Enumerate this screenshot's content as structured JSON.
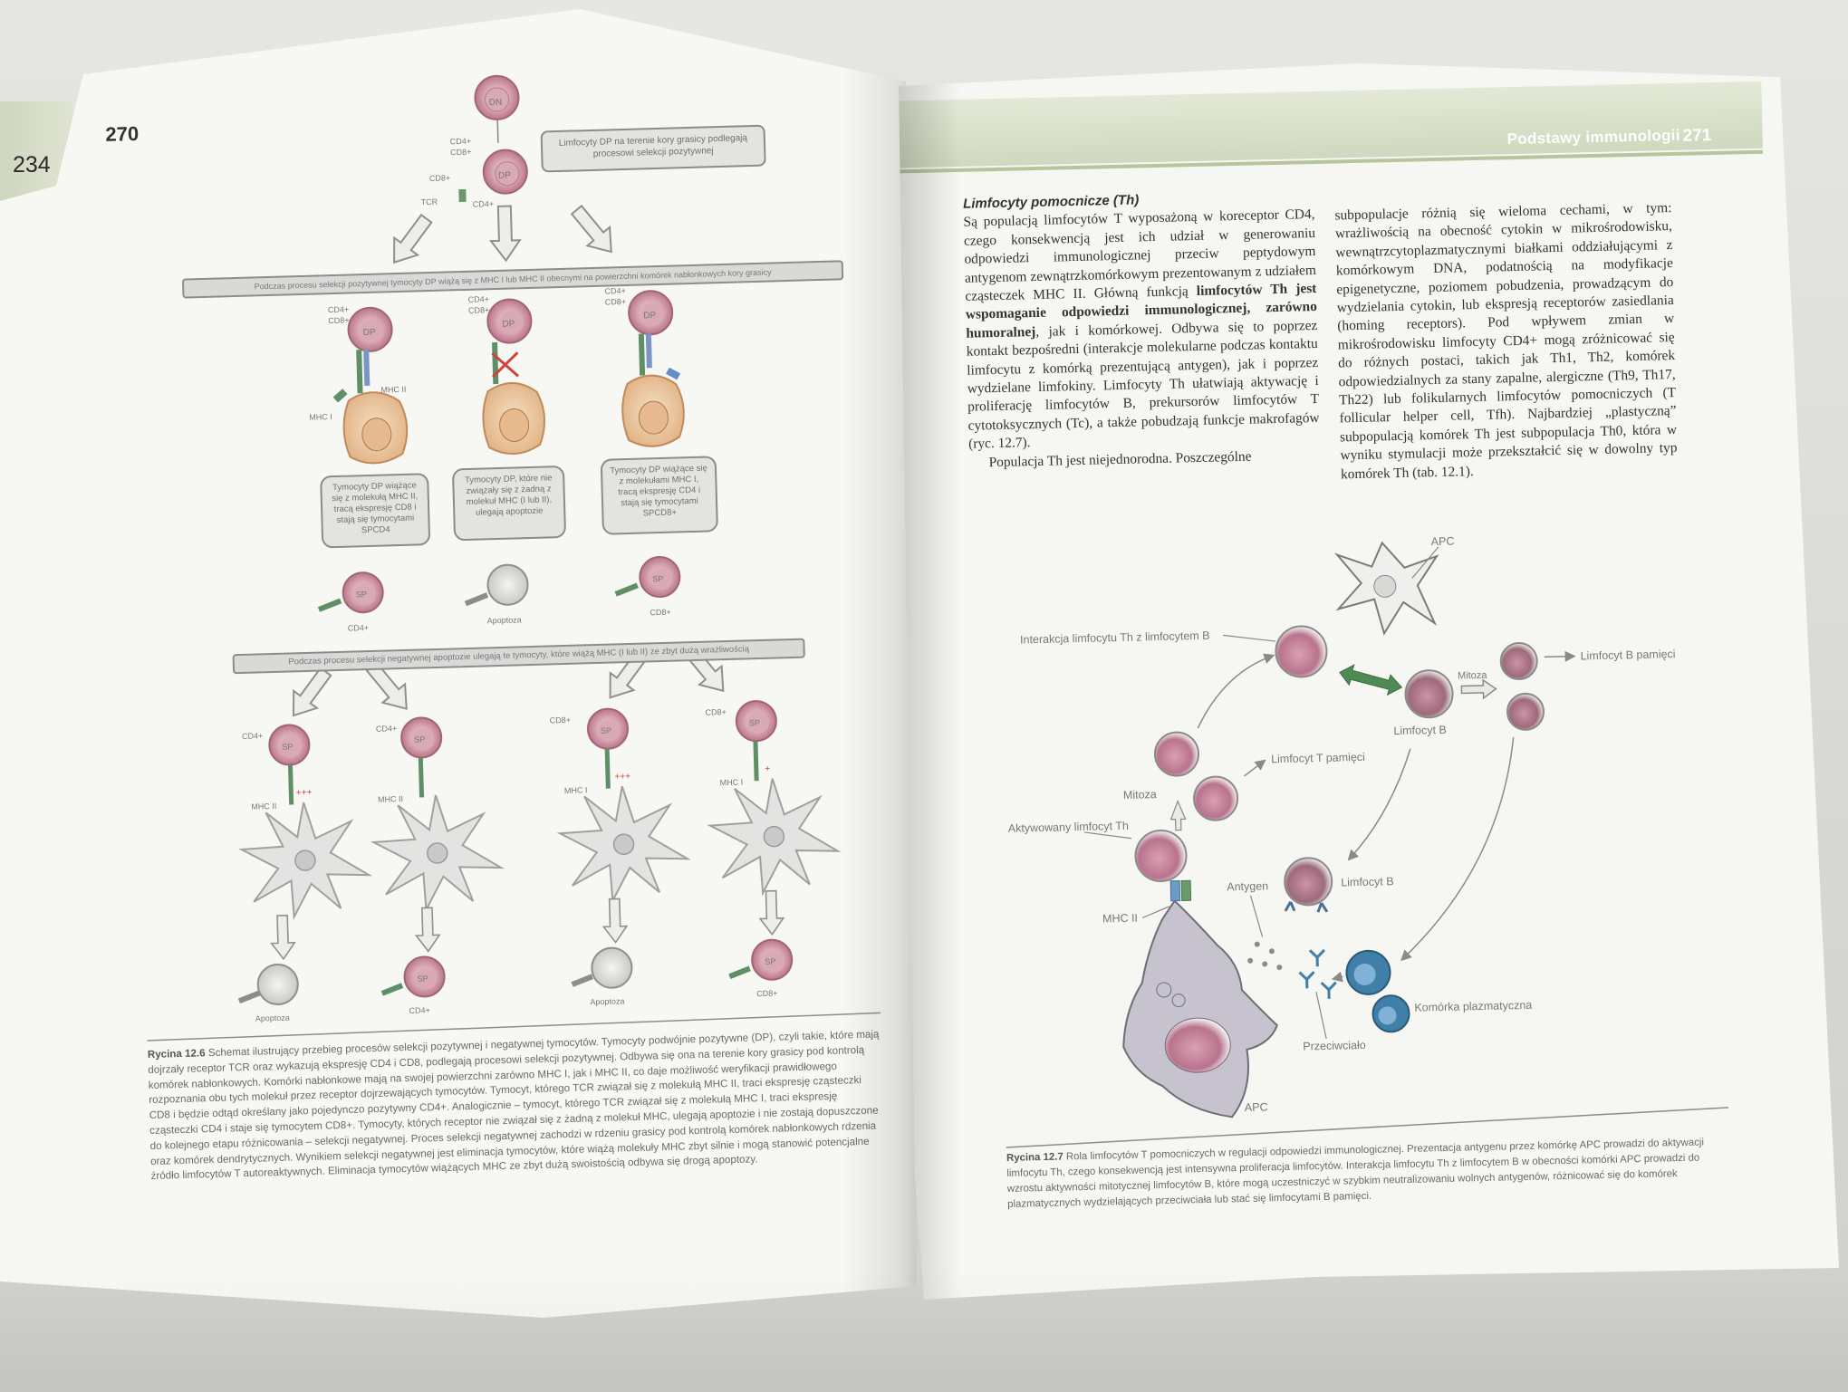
{
  "left_page": {
    "page_number": "270",
    "previous_page_number": "234",
    "top_box": "Limfocyty DP na terenie kory grasicy podlegają procesowi selekcji pozytywnej",
    "positive_selection_banner": "Podczas procesu selekcji pozytywnej tymocyty DP wiążą się z MHC I lub MHC II obecnymi na powierzchni komórek nabłonkowych kory grasicy",
    "negative_selection_banner": "Podczas procesu selekcji negatywnej apoptozie ulegają te tymocyty, które wiążą MHC (I lub II) ze zbyt dużą wrażliwością",
    "boxes": [
      "Tymocyty DP wiążące się z molekułą MHC II, tracą ekspresję CD8 i stają się tymocytami SPCD4",
      "Tymocyty DP, które nie związały się z żadną z molekuł MHC (I lub II), ulegają apoptozie",
      "Tymocyty DP wiążące się z molekułami MHC I, tracą ekspresję CD4 i stają się tymocytami SPCD8+"
    ],
    "labels": {
      "dn": "DN",
      "dp": "DP",
      "sp": "SP",
      "cd4_plus": "CD4+",
      "cd8_plus": "CD8+",
      "tcr": "TCR",
      "mhc_ii": "MHC II",
      "mhc_i": "MHC I",
      "apoptoza": "Apoptoza",
      "plus3": "+++",
      "plus1": "+"
    },
    "caption_label": "Rycina 12.6",
    "caption_text": "Schemat ilustrujący przebieg procesów selekcji pozytywnej i negatywnej tymocytów. Tymocyty podwójnie pozytywne (DP), czyli takie, które mają dojrzały receptor TCR oraz wykazują ekspresję CD4 i CD8, podlegają procesowi selekcji pozytywnej. Odbywa się ona na terenie kory grasicy pod kontrolą komórek nabłonkowych. Komórki nabłonkowe mają na swojej powierzchni zarówno MHC I, jak i MHC II, co daje możliwość weryfikacji prawidłowego rozpoznania obu tych molekuł przez receptor dojrzewających tymocytów. Tymocyt, którego TCR związał się z molekułą MHC II, traci ekspresję cząsteczki CD8 i będzie odtąd określany jako pojedynczo pozytywny CD4+. Analogicznie – tymocyt, którego TCR związał się z molekułą MHC I, traci ekspresję cząsteczki CD4 i staje się tymocytem CD8+. Tymocyty, których receptor nie związał się z żadną z molekuł MHC, ulegają apoptozie i nie zostają dopuszczone do kolejnego etapu różnicowania – selekcji negatywnej. Proces selekcji negatywnej zachodzi w rdzeniu grasicy pod kontrolą komórek nabłonkowych rdzenia oraz komórek dendrytycznych. Wynikiem selekcji negatywnej jest eliminacja tymocytów, które wiążą molekuły MHC zbyt silnie i mogą stanowić potencjalne źródło limfocytów T autoreaktywnych. Eliminacja tymocytów wiążących MHC ze zbyt dużą swoistością odbywa się drogą apoptozy."
  },
  "right_page": {
    "running_head": "Podstawy immunologii",
    "page_number": "271",
    "section_heading": "Limfocyty pomocnicze (Th)",
    "col1_text_a": "Są populacją limfocytów T wyposażoną w koreceptor CD4, czego konsekwencją jest ich udział w generowaniu odpowiedzi immunologicznej przeciw peptydowym antygenom zewnątrzkomórkowym prezentowanym z udziałem cząsteczek MHC II. Główną funkcją ",
    "col1_bold": "limfocytów Th jest wspomaganie odpowiedzi immunologicznej, zarówno humoralnej",
    "col1_text_b": ", jak i komórkowej. Odbywa się to poprzez kontakt bezpośredni (interakcje molekularne podczas kontaktu limfocytu z komórką prezentującą antygen), jak i poprzez wydzielane limfokiny. Limfocyty Th ułatwiają aktywację i proliferację limfocytów B, prekursorów limfocytów T cytotoksycznych (Tc), a także pobudzają funkcje makrofagów (ryc. 12.7).",
    "col1_para2": "Populacja Th jest niejednorodna. Poszczególne",
    "col2_text": "subpopulacje różnią się wieloma cechami, w tym: wrażliwością na obecność cytokin w mikrośrodowisku, wewnątrzcytoplazmatycznymi białkami oddziałującymi z komórkowym DNA, podatnością na modyfikacje epigenetyczne, poziomem pobudzenia, prowadzącym do wydzielania cytokin, lub ekspresją receptorów zasiedlania (homing receptors). Pod wpływem zmian w mikrośrodowisku limfocyty CD4+ mogą zróżnicować się do różnych postaci, takich jak Th1, Th2, komórek odpowiedzialnych za stany zapalne, alergiczne (Th9, Th17, Th22) lub folikularnych limfocytów pomocniczych (T follicular helper cell, Tfh). Najbardziej „plastyczną” subpopulacją komórek Th jest subpopulacja Th0, która w wyniku stymulacji może przekształcić się w dowolny typ komórek Th (tab. 12.1).",
    "diagram_labels": {
      "apc_top": "APC",
      "interakcja": "Interakcja limfocytu Th z limfocytem B",
      "mitoza_b": "Mitoza",
      "limfocyt_b_pamieci": "Limfocyt B pamięci",
      "limfocyt_b_1": "Limfocyt B",
      "limfocyt_t_pamieci": "Limfocyt T pamięci",
      "mitoza_t": "Mitoza",
      "aktywowany": "Aktywowany limfocyt Th",
      "antygen": "Antygen",
      "limfocyt_b_2": "Limfocyt B",
      "mhc_ii": "MHC II",
      "komorka_plazmatyczna": "Komórka plazmatyczna",
      "przeciwcialo": "Przeciwciało",
      "apc_bottom": "APC"
    },
    "caption_label": "Rycina 12.7",
    "caption_text": "Rola limfocytów T pomocniczych w regulacji odpowiedzi immunologicznej. Prezentacja antygenu przez komórkę APC prowadzi do aktywacji limfocytu Th, czego konsekwencją jest intensywna proliferacja limfocytów. Interakcja limfocytu Th z limfocytem B w obecności komórki APC prowadzi do wzrostu aktywności mitotycznej limfocytów B, które mogą uczestniczyć w szybkim neutralizowaniu wolnych antygenów, różnicować się do komórek plazmatycznych wydzielających przeciwciała lub stać się limfocytami B pamięci."
  },
  "colors": {
    "cell_pink": "#c98a9b",
    "cell_core": "#e6c7cf",
    "epithelial": "#e9c39a",
    "arrow_gray": "#8f8f8c",
    "arrow_green": "#4f8a55",
    "header_green": "#cfd9bf",
    "plasma_blue": "#3f7fa8"
  }
}
